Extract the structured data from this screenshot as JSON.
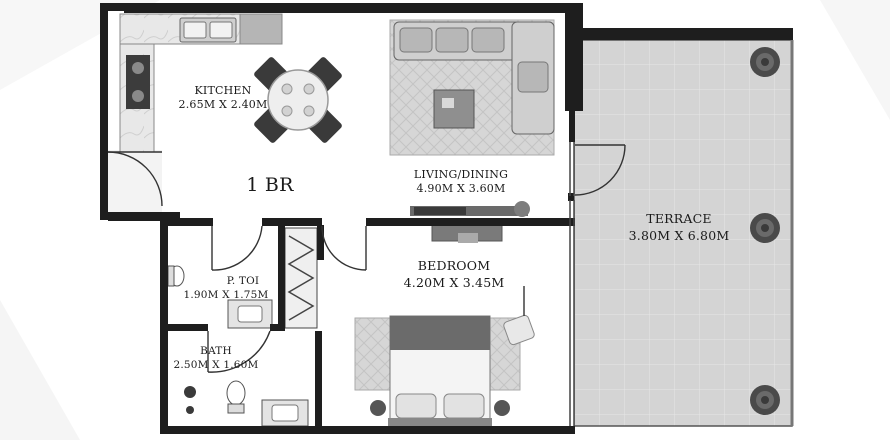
{
  "unit_type": "1 BR",
  "rooms": {
    "kitchen": {
      "name": "KITCHEN",
      "size": "2.65M X 2.40M"
    },
    "living": {
      "name": "LIVING/DINING",
      "size": "4.90M X 3.60M"
    },
    "terrace": {
      "name": "TERRACE",
      "size": "3.80M X 6.80M"
    },
    "bedroom": {
      "name": "BEDROOM",
      "size": "4.20M X 3.45M"
    },
    "powder": {
      "name": "P. TOI",
      "size": "1.90M X 1.75M"
    },
    "bath": {
      "name": "BATH",
      "size": "2.50M X 1.60M"
    }
  }
}
